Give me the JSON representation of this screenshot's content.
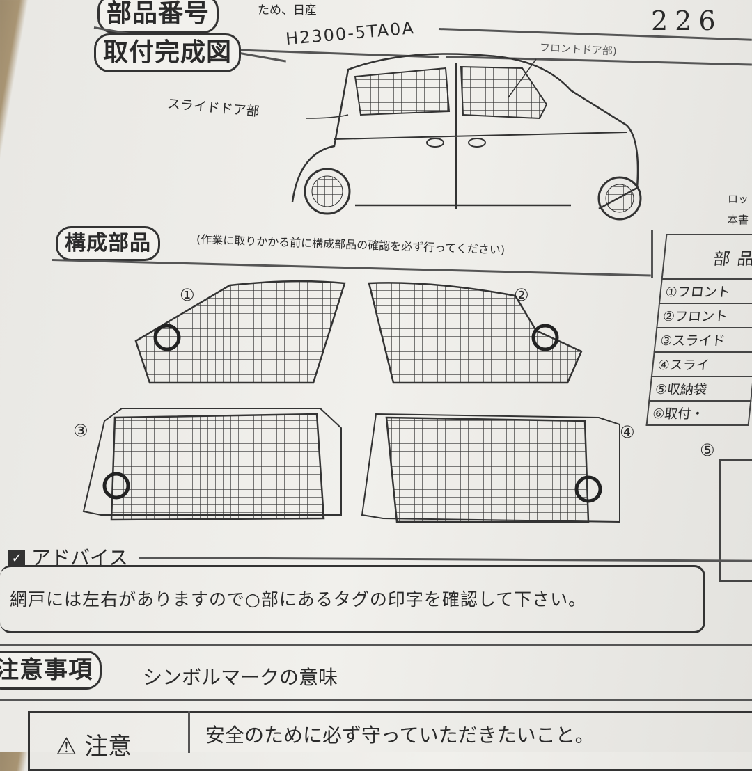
{
  "header": {
    "note_fragment": "ため、日産",
    "part_number_label": "部品番号",
    "part_number": "H2300-5TA0A",
    "code_fragment": "226",
    "completion_label": "取付完成図",
    "front_door_label": "フロントドア部)",
    "slide_door_label": "スライドドア部",
    "side_fragment_1": "ロッ",
    "side_fragment_2": "本書"
  },
  "components": {
    "title": "構成部品",
    "note": "(作業に取りかかる前に構成部品の確認を必ず行ってください)",
    "panel_numbers": [
      "①",
      "②",
      "③",
      "④",
      "⑤"
    ],
    "table": {
      "header": "部品",
      "rows": [
        "①フロント",
        "②フロント",
        "③スライド",
        "④スライ",
        "⑤収納袋",
        "⑥取付・"
      ]
    }
  },
  "advice": {
    "title": "アドバイス",
    "text": "網戸には左右がありますので○部にあるタグの印字を確認して下さい。"
  },
  "caution": {
    "title": "注意事項",
    "subtitle": "シンボルマークの意味",
    "symbol_label": "⚠ 注意",
    "description": "安全のために必ず守っていただきたいこと。"
  }
}
